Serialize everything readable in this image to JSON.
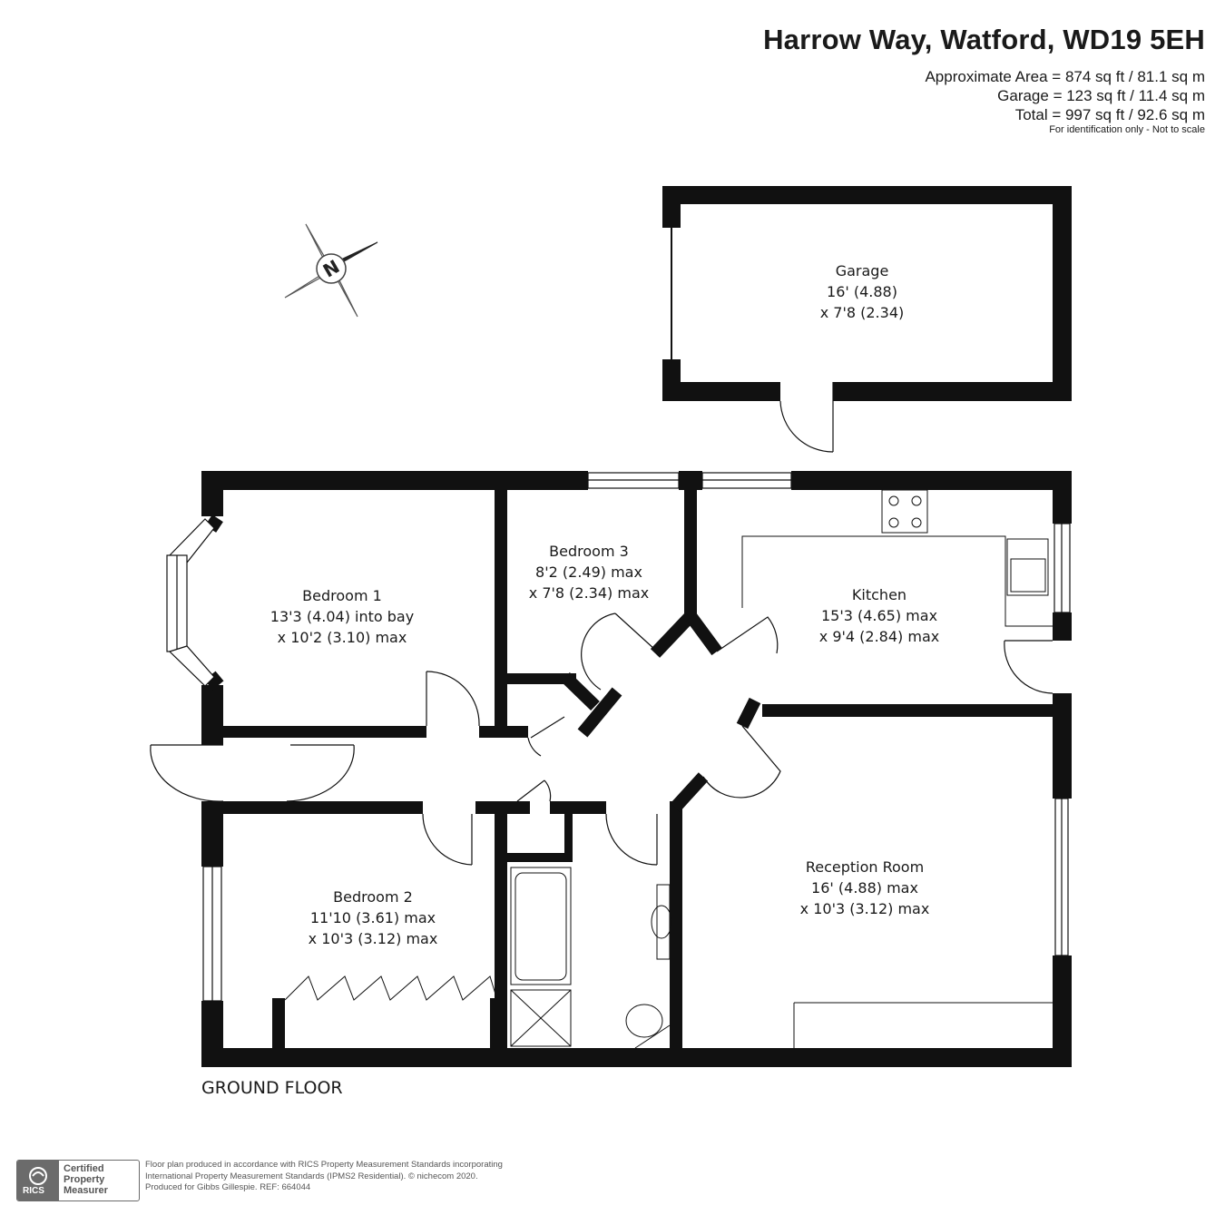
{
  "header": {
    "address": "Harrow Way, Watford, WD19 5EH",
    "area_lines": [
      "Approximate Area = 874 sq ft / 81.1 sq m",
      "Garage = 123 sq ft / 11.4 sq m",
      "Total = 997 sq ft / 92.6 sq m"
    ],
    "disclaimer": "For identification only - Not to scale"
  },
  "compass": {
    "letter": "N",
    "icon": "compass-north-icon"
  },
  "rooms": {
    "garage": {
      "name": "Garage",
      "dim1": "16' (4.88)",
      "dim2": "x 7'8 (2.34)"
    },
    "bedroom1": {
      "name": "Bedroom 1",
      "dim1": "13'3 (4.04) into bay",
      "dim2": "x 10'2 (3.10) max"
    },
    "bedroom3": {
      "name": "Bedroom 3",
      "dim1": "8'2 (2.49) max",
      "dim2": "x 7'8 (2.34) max"
    },
    "kitchen": {
      "name": "Kitchen",
      "dim1": "15'3 (4.65) max",
      "dim2": "x 9'4 (2.84) max"
    },
    "bedroom2": {
      "name": "Bedroom 2",
      "dim1": "11'10 (3.61) max",
      "dim2": "x 10'3 (3.12) max"
    },
    "reception": {
      "name": "Reception Room",
      "dim1": "16' (4.88) max",
      "dim2": "x 10'3 (3.12) max"
    }
  },
  "floor_label": "GROUND FLOOR",
  "footer": {
    "badge_mark": "RICS",
    "badge_lines": [
      "Certified",
      "Property",
      "Measurer"
    ],
    "text_lines": [
      "Floor plan produced in accordance with RICS Property Measurement Standards incorporating",
      "International Property Measurement Standards (IPMS2 Residential).   © nichecom 2020.",
      "Produced for Gibbs Gillespie.   REF:  664044"
    ]
  },
  "colors": {
    "wall": "#111111",
    "text": "#1a1a1a",
    "footer_grey": "#6b6b6b"
  }
}
